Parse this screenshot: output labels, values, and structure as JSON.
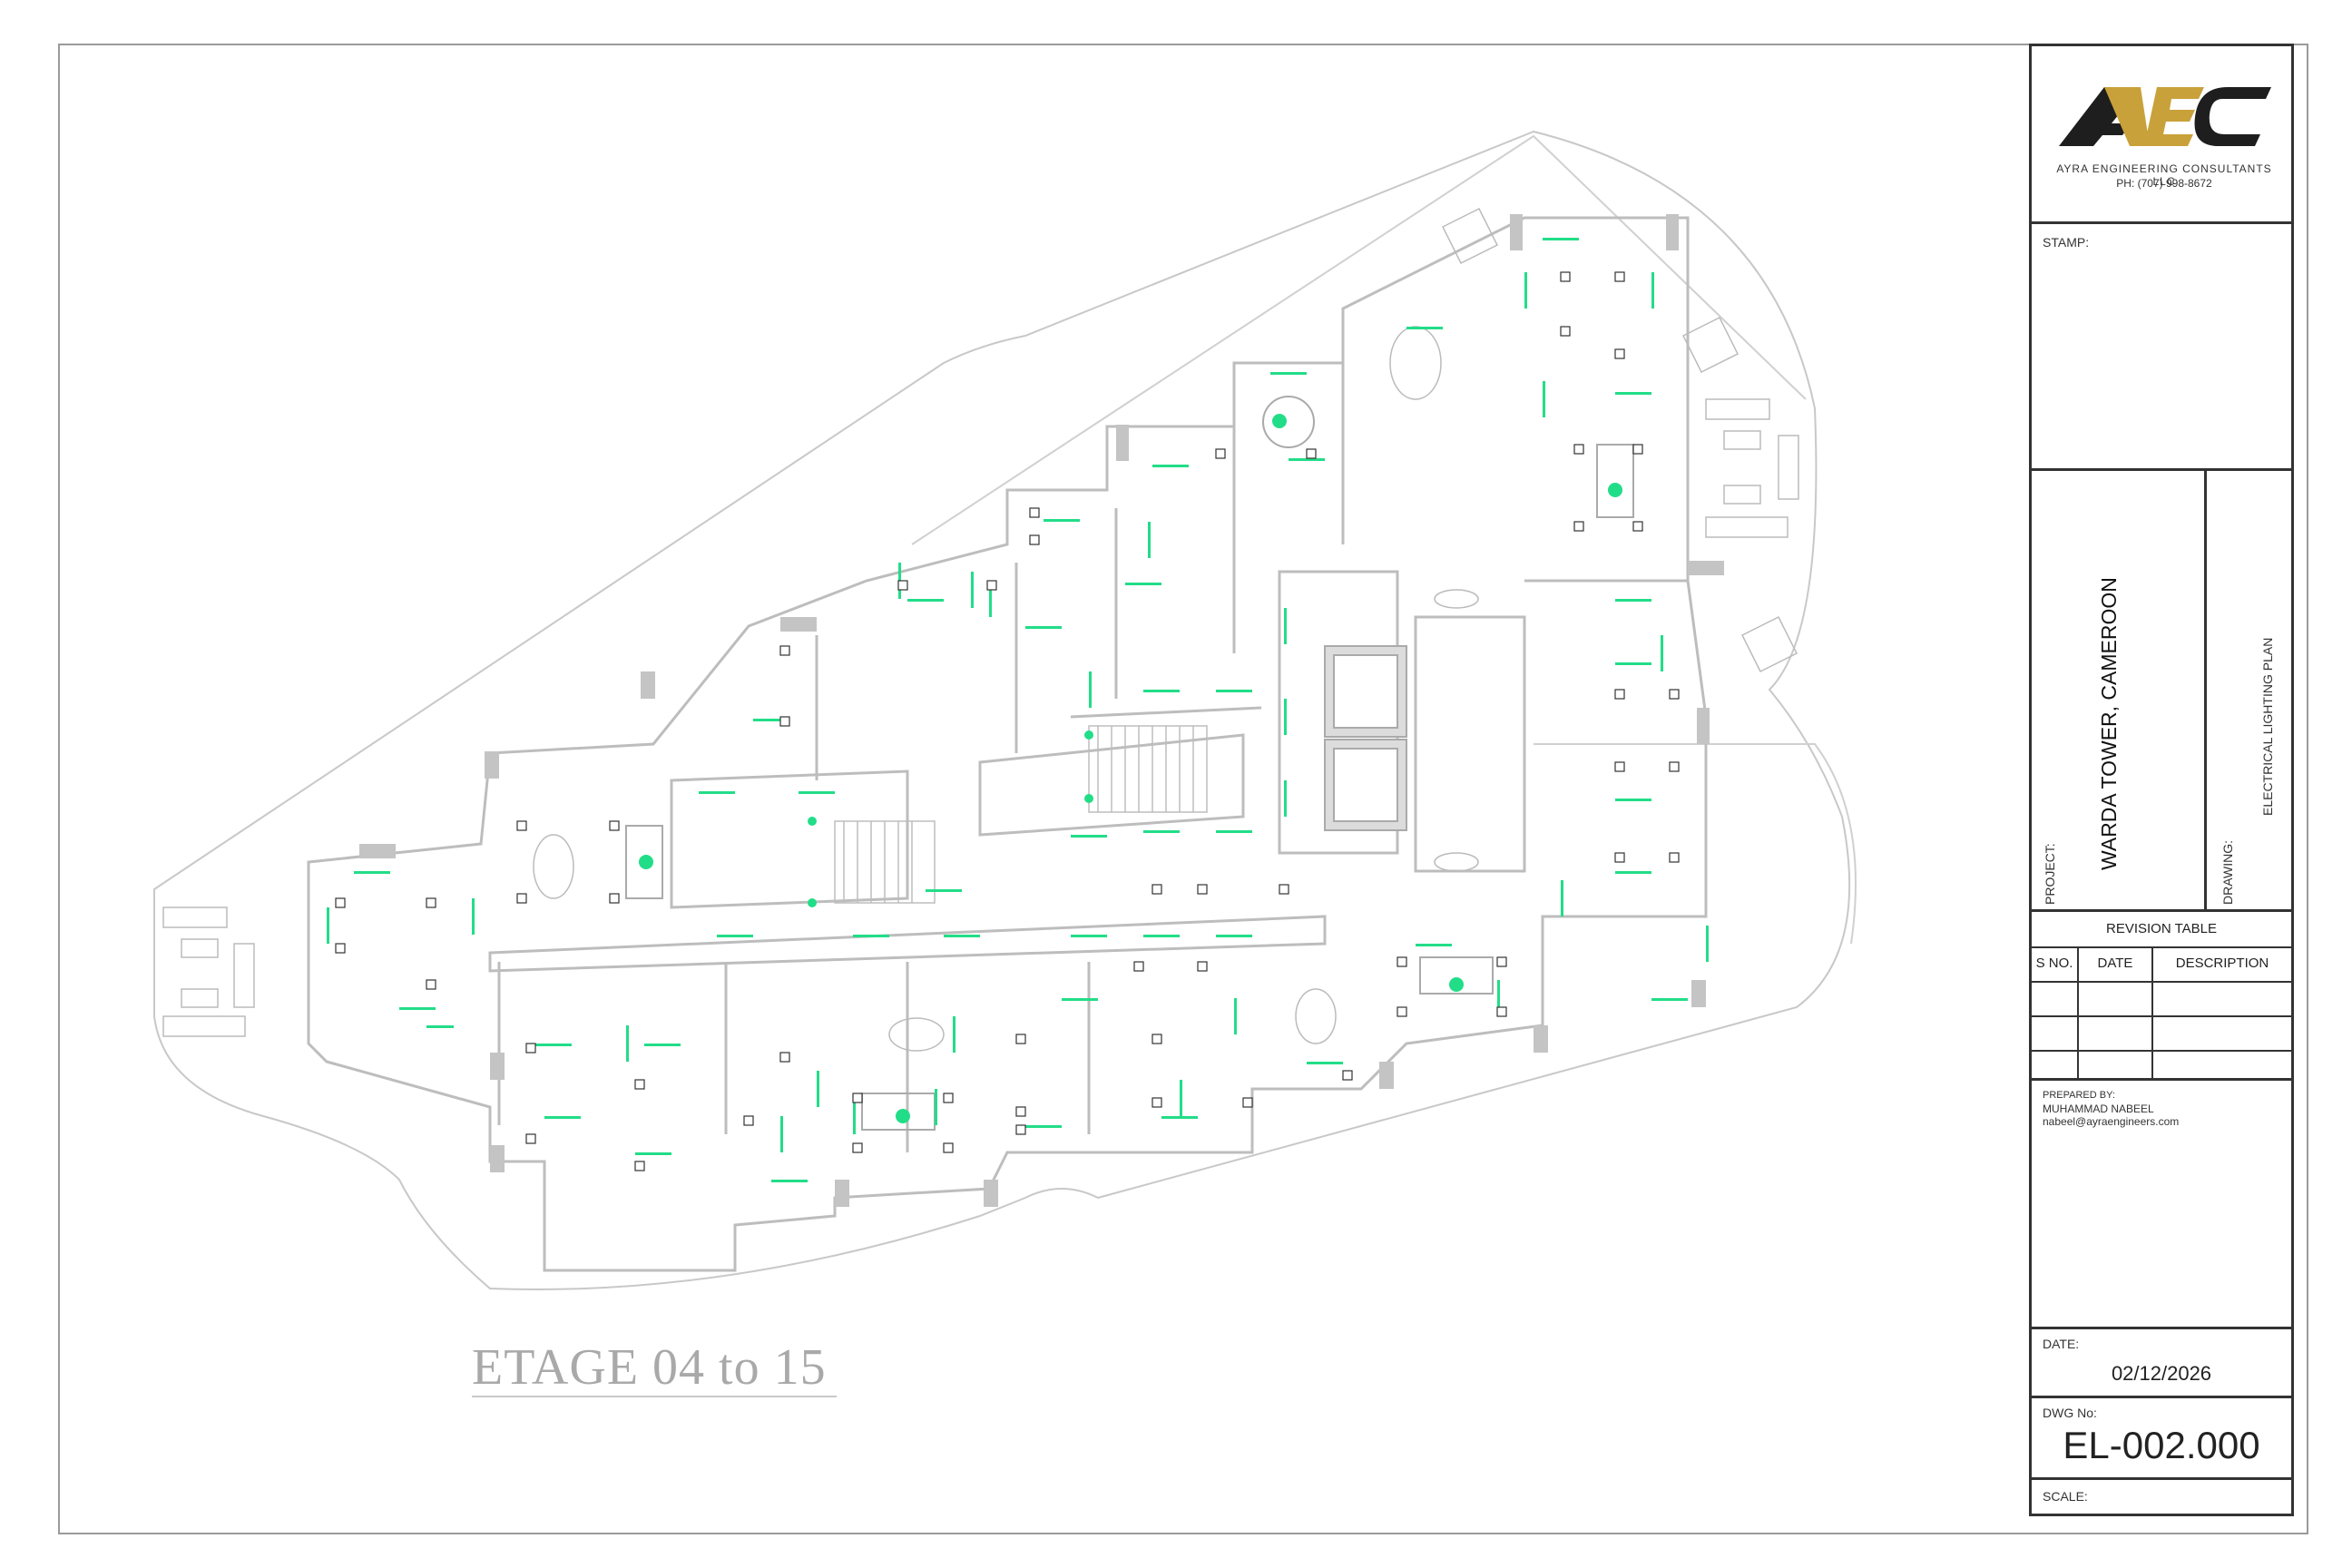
{
  "drawing": {
    "floor_label": "ETAGE 04 to 15"
  },
  "title_block": {
    "logo_text": "AEC",
    "company": "AYRA ENGINEERING  CONSULTANTS LLC",
    "phone": "PH: (707) 998-8672",
    "stamp_label": "STAMP:",
    "project_label": "PROJECT:",
    "project_name": "WARDA TOWER, CAMEROON",
    "drawing_label": "DRAWING:",
    "drawing_name": "ELECTRICAL LIGHTING PLAN",
    "revision_title": "REVISION TABLE",
    "revision_headers": [
      "S NO.",
      "DATE",
      "DESCRIPTION"
    ],
    "prepared_label": "PREPARED BY:",
    "prepared_name": "MUHAMMAD NABEEL",
    "prepared_email": "nabeel@ayraengineers.com",
    "date_label": "DATE:",
    "date_value": "02/12/2026",
    "dwg_label": "DWG No:",
    "dwg_value": "EL-002.000",
    "scale_label": "SCALE:"
  },
  "colors": {
    "fixture": "#22dd88",
    "wall": "#bdbdbd",
    "logo_gold": "#c9a13a",
    "logo_dark": "#1e1e1e"
  }
}
